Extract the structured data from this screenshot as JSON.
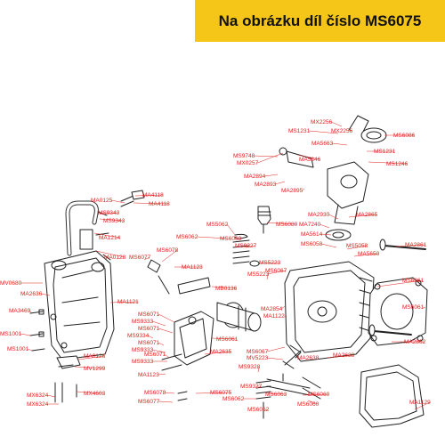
{
  "banner": {
    "text": "Na obrázku díl číslo MS6075",
    "color": "#f5c518"
  },
  "colors": {
    "label": "#e0201c",
    "line": "#222222",
    "leader": "#e0201c"
  },
  "labels": [
    "MX2256",
    "MS1231",
    "MX2256",
    "MA5663",
    "MS6086",
    "MS9748",
    "MX0257",
    "MA5646",
    "MS1231",
    "MS1246",
    "MA2894",
    "MA2893",
    "MA2895",
    "MA0125",
    "MA4118",
    "MA4118",
    "MS9343",
    "MS9343",
    "MA1214",
    "MS6080",
    "MA2930",
    "MA2865",
    "MA7240",
    "MA5614",
    "MS5062",
    "MS6062",
    "MS6063",
    "MS9327",
    "MS6058",
    "MS5058",
    "MA5650",
    "MS5223",
    "MA2861",
    "MS6078",
    "MS6077",
    "MA0128",
    "MA1123",
    "MV0680",
    "MA2636",
    "MS6067",
    "MS5223",
    "MS6061",
    "MA1121",
    "MB0136",
    "MA2854",
    "MA1122",
    "MS6061",
    "MA3469",
    "MS6071",
    "MS9333",
    "MS6071",
    "MS9334",
    "MS6071",
    "MS9333",
    "MS6061",
    "MA2635",
    "MA2862",
    "MS1001",
    "MS1001",
    "MA0126",
    "MS9333",
    "MS6071",
    "MV1299",
    "MS6067",
    "MV5223",
    "MA2638",
    "MA2638",
    "MS9328",
    "MA1123",
    "MX6324",
    "MX4603",
    "MS6075",
    "MS9327",
    "MS6063",
    "MS6060",
    "MX6324",
    "MS6078",
    "MS6077",
    "MS6062",
    "MS6062",
    "MS6060",
    "MA1129"
  ]
}
